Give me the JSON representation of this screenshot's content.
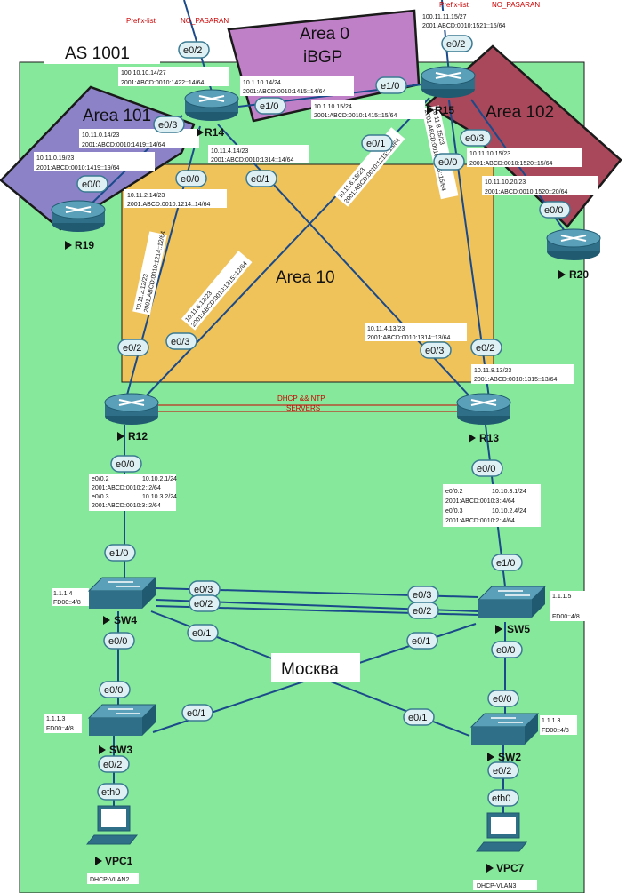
{
  "areas": {
    "as": "AS 1001",
    "area0": "Area 0",
    "ibgp": "iBGP",
    "area101": "Area 101",
    "area102": "Area 102",
    "area10": "Area 10",
    "city": "Москва"
  },
  "red_labels": {
    "prefix_list_left": "Prefix-list",
    "no_pasaran_left": "NO_PASARAN",
    "prefix_list_right": "Prefix-list",
    "no_pasaran_right": "NO_PASARAN",
    "servers_line1": "DHCP && NTP",
    "servers_line2": "SERVERS"
  },
  "devices": {
    "r14": "R14",
    "r15": "R15",
    "r19": "R19",
    "r20": "R20",
    "r12": "R12",
    "r13": "R13",
    "sw4": "SW4",
    "sw5": "SW5",
    "sw3": "SW3",
    "sw2": "SW2",
    "vpc1": "VPC1",
    "vpc7": "VPC7"
  },
  "interfaces": {
    "r14_e02": "e0/2",
    "r14_e03": "e0/3",
    "r14_e10": "e1/0",
    "r14_e00": "e0/0",
    "r14_e01": "e0/1",
    "r15_e02": "e0/2",
    "r15_e10": "e1/0",
    "r15_e01": "e0/1",
    "r15_e03": "e0/3",
    "r15_e00": "e0/0",
    "r19_e00": "e0/0",
    "r20_e00": "e0/0",
    "r12_e02": "e0/2",
    "r12_e03": "e0/3",
    "r12_e00": "e0/0",
    "r13_e03": "e0/3",
    "r13_e02": "e0/2",
    "r13_e00": "e0/0",
    "sw4_e10": "e1/0",
    "sw4_e03": "e0/3",
    "sw4_e02": "e0/2",
    "sw4_e01": "e0/1",
    "sw4_e00": "e0/0",
    "sw5_e10": "e1/0",
    "sw5_e03": "e0/3",
    "sw5_e02": "e0/2",
    "sw5_e01": "e0/1",
    "sw5_e00": "e0/0",
    "sw3_e00": "e0/0",
    "sw3_e01": "e0/1",
    "sw3_e02": "e0/2",
    "sw2_e00": "e0/0",
    "sw2_e01": "e0/1",
    "sw2_e02": "e0/2",
    "vpc1_eth0": "eth0",
    "vpc7_eth0": "eth0"
  },
  "addresses": {
    "r14_uplink_v4": "100.10.10.14/27",
    "r14_uplink_v6": "2001:ABCD:0010:1422::14/64",
    "r14_r15_v4": "10.1.10.14/24",
    "r14_r15_v6": "2001:ABCD:0010:1415::14/64",
    "r15_r14_v4": "10.1.10.15/24",
    "r15_r14_v6": "2001:ABCD:0010:1415::15/64",
    "r15_uplink_v4": "100.11.11.15/27",
    "r15_uplink_v6": "2001:ABCD:0010:1521::15/64",
    "r14_a101_v4": "10.11.0.14/23",
    "r14_a101_v6": "2001:ABCD:0010:1419::14/64",
    "r19_v4": "10.11.0.19/23",
    "r19_v6": "2001:ABCD:0010:1419::19/64",
    "r14_r13_v4": "10.11.4.14/23",
    "r14_r13_v6": "2001:ABCD:0010:1314::14/64",
    "r14_r12_v4": "10.11.2.14/23",
    "r14_r12_v6": "2001:ABCD:0010:1214::14/64",
    "r15_a102_v4": "10.11.10.15/23",
    "r15_a102_v6": "2001:ABCD:0010:1520::15/64",
    "r20_v4": "10.11.10.20/23",
    "r20_v6": "2001:ABCD:0010:1520::20/64",
    "r15_r12_v4": "10.11.6.15/23",
    "r15_r12_v6": "2001:ABCD:0010:1215::15/64",
    "r15_r13_v4": "10.11.8.15/23",
    "r15_r13_v6": "2001:ABCD:0010:1315::15/64",
    "r12_r14_v4": "10.11.2.12/23",
    "r12_r14_v6": "2001:ABCD:0010:1214::12/64",
    "r12_r15_v4": "10.11.6.12/23",
    "r12_r15_v6": "2001:ABCD:0010:1215::12/64",
    "r13_r14_v4": "10.11.4.13/23",
    "r13_r14_v6": "2001:ABCD:0010:1314::13/64",
    "r13_r15_v4": "10.11.8.13/23",
    "r13_r15_v6": "2001:ABCD:0010:1315::13/64",
    "r12_sub2_if": "e0/0.2",
    "r12_sub2_v4": "10.10.2.1/24",
    "r12_sub2_v6": "2001:ABCD:0010:2::2/64",
    "r12_sub3_if": "e0/0.3",
    "r12_sub3_v4": "10.10.3.2/24",
    "r12_sub3_v6": "2001:ABCD:0010:3::2/64",
    "r13_sub2_if": "e0/0.2",
    "r13_sub2_v4": "10.10.3.1/24",
    "r13_sub2_v6": "2001:ABCD:0010:3::4/64",
    "r13_sub3_if": "e0/0.3",
    "r13_sub3_v4": "10.10.2.4/24",
    "r13_sub3_v6": "2001:ABCD:0010:2::4/64",
    "sw4_ip": "1.1.1.4",
    "sw4_v6": "FD00::4/8",
    "sw5_ip": "1.1.1.5",
    "sw5_v6": "FD00::4/8",
    "sw3_ip": "1.1.1.3",
    "sw3_v6": "FD00::4/8",
    "sw2_ip": "1.1.1.3",
    "sw2_v6": "FD00::4/8",
    "vpc1_vlan": "DHCP-VLAN2",
    "vpc7_vlan": "DHCP-VLAN3"
  },
  "colors": {
    "as_area": "#86e89a",
    "area0": "#c080c8",
    "area101": "#8b82c8",
    "area102": "#a8485a",
    "area10": "#f0c25a",
    "area_border": "#1a1a1a",
    "link": "#1a4a8a",
    "router_body": "#3a7a92",
    "iface_bg": "#dff0f4",
    "iface_border": "#3a7a92"
  }
}
